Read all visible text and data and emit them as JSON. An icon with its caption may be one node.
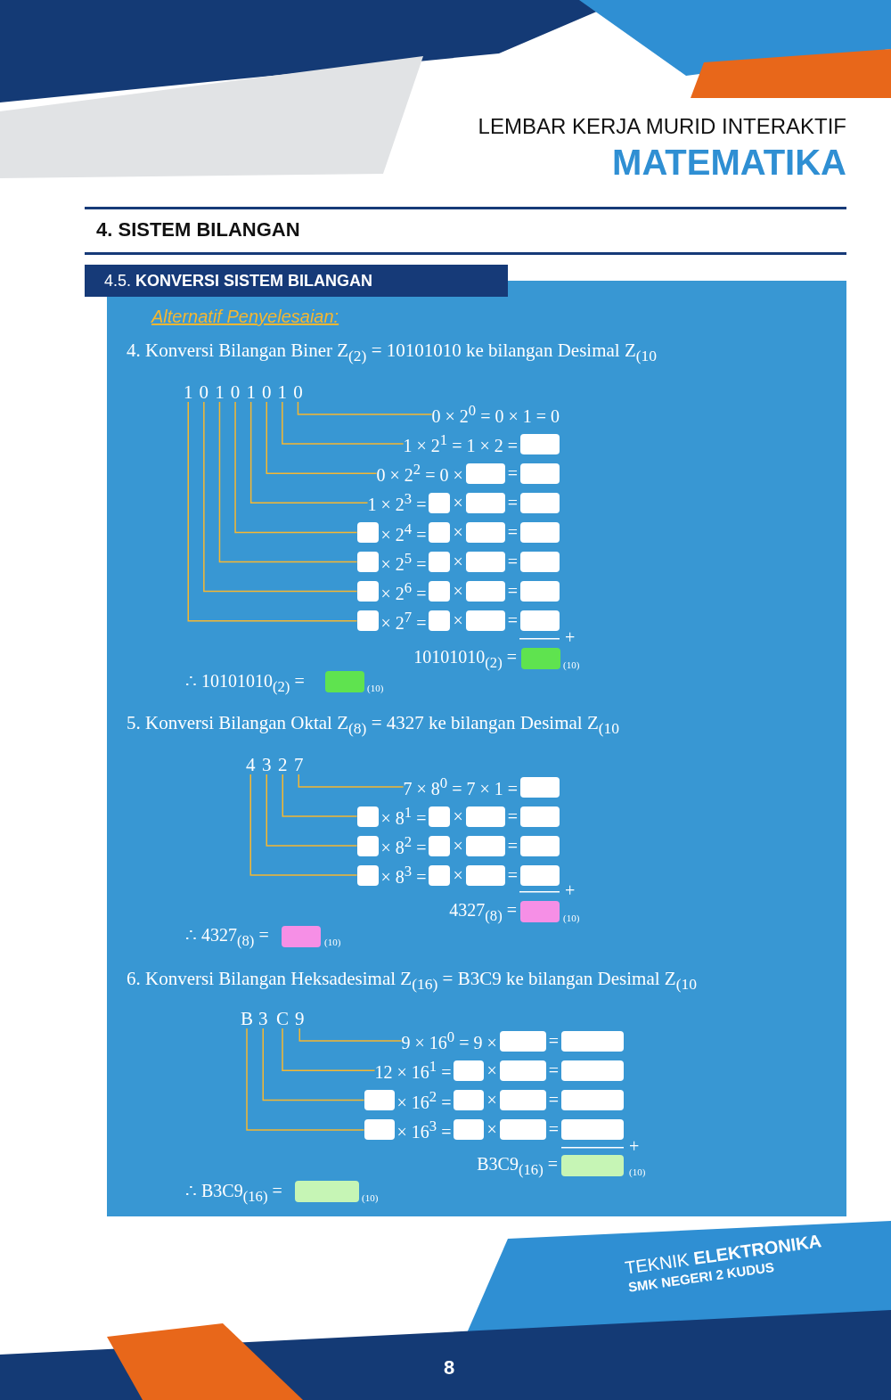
{
  "diagram": {
    "nodes": [
      {
        "text": [
          "4.5. **KONVERSI SISTEM BILANGAN**"
        ]
      },
      {
        "text": [
          "1"
        ]
      },
      {
        "text": [
          "0"
        ]
      },
      {
        "text": [
          "1"
        ]
      },
      {
        "text": [
          "0"
        ]
      },
      {
        "text": [
          "1"
        ]
      },
      {
        "text": [
          "0"
        ]
      },
      {
        "text": [
          "1"
        ]
      },
      {
        "text": [
          "0"
        ]
      },
      {
        "text": [
          "0 × 2$^{0}$ = 0 × 1 = 0"
        ]
      },
      {
        "text": [
          "1 × 2$^{1}$ = 1 × 2 ="
        ]
      },
      {
        "text": [
          "0 × 2$^{2}$ = 0 ×",
          "="
        ]
      },
      {
        "text": [
          "1 × 2$^{3}$ =",
          "×",
          "="
        ]
      },
      {
        "text": [
          "× 2$^{4}$ =",
          "×",
          "="
        ]
      },
      {
        "text": [
          "× 2$^{5}$ =",
          "×",
          "="
        ]
      },
      {
        "text": [
          "× 2$^{6}$ =",
          "×",
          "="
        ]
      },
      {
        "text": [
          "× 2$^{7}$ =",
          "×",
          "="
        ]
      },
      {
        "text": [
          "4"
        ]
      },
      {
        "text": [
          "3"
        ]
      },
      {
        "text": [
          "2"
        ]
      },
      {
        "text": [
          "7"
        ]
      },
      {
        "text": [
          "7 × 8$^{0}$ = 7 × 1 ="
        ]
      },
      {
        "text": [
          "× 8$^{1}$ =",
          "×",
          "="
        ]
      },
      {
        "text": [
          "× 8$^{2}$ =",
          "×",
          "="
        ]
      },
      {
        "text": [
          "× 8$^{3}$ =",
          "×",
          "="
        ]
      },
      {
        "text": [
          "B"
        ]
      },
      {
        "text": [
          "3"
        ]
      },
      {
        "text": [
          "C"
        ]
      },
      {
        "text": [
          "9"
        ]
      },
      {
        "text": [
          "9 × 16$^{0}$ = 9 ×",
          "="
        ]
      },
      {
        "text": [
          "12 × 16$^{1}$ =",
          "×",
          "="
        ]
      },
      {
        "text": [
          "× 16$^{2}$ =",
          "×",
          "="
        ]
      },
      {
        "text": [
          "× 16$^{3}$ =",
          "×",
          "="
        ]
      }
    ],
    "edges": [
      {
        "from": 8,
        "to": 9,
        "arrow": "none"
      },
      {
        "from": 7,
        "to": 10,
        "arrow": "none"
      },
      {
        "from": 6,
        "to": 11,
        "arrow": "none"
      },
      {
        "from": 5,
        "to": 12,
        "arrow": "none"
      },
      {
        "from": 4,
        "to": 13,
        "arrow": "none"
      },
      {
        "from": 3,
        "to": 14,
        "arrow": "none"
      },
      {
        "from": 2,
        "to": 15,
        "arrow": "none"
      },
      {
        "from": 1,
        "to": 16,
        "arrow": "none"
      },
      {
        "from": 20,
        "to": 21,
        "arrow": "none"
      },
      {
        "from": 19,
        "to": 22,
        "arrow": "none"
      },
      {
        "from": 18,
        "to": 23,
        "arrow": "none"
      },
      {
        "from": 17,
        "to": 24,
        "arrow": "none"
      },
      {
        "from": 28,
        "to": 29,
        "arrow": "none"
      },
      {
        "from": 27,
        "to": 30,
        "arrow": "none"
      },
      {
        "from": 26,
        "to": 31,
        "arrow": "none"
      },
      {
        "from": 25,
        "to": 32,
        "arrow": "none"
      }
    ],
    "labels": [
      "LEMBAR KERJA MURID INTERAKTIF",
      "MATEMATIKA",
      "4. SISTEM BILANGAN",
      "Alternatif Penyelesaian:",
      "4. Konversi Bilangan Biner Z$_{(2)}$ = 10101010 ke bilangan Desimal Z$_{(10}$",
      "+",
      "10101010$_{(2)}$ =",
      "(10)",
      "∴ 10101010$_{(2)}$ =",
      "(10)",
      "5. Konversi Bilangan Oktal Z$_{(8)}$ = 4327 ke bilangan Desimal Z$_{(10}$",
      "+",
      "4327$_{(8)}$ =",
      "(10)",
      "∴ 4327$_{(8)}$ =",
      "(10)",
      "6. Konversi Bilangan Heksadesimal Z$_{(16)}$ = B3C9 ke bilangan Desimal Z$_{(10}$",
      "+",
      "B3C9$_{(16)}$ =",
      "(10)",
      "∴ B3C9$_{(16)}$ =",
      "(10)",
      "TEKNIK **ELEKTRONIKA**",
      "SMK NEGERI 2 KUDUS",
      "8"
    ]
  }
}
